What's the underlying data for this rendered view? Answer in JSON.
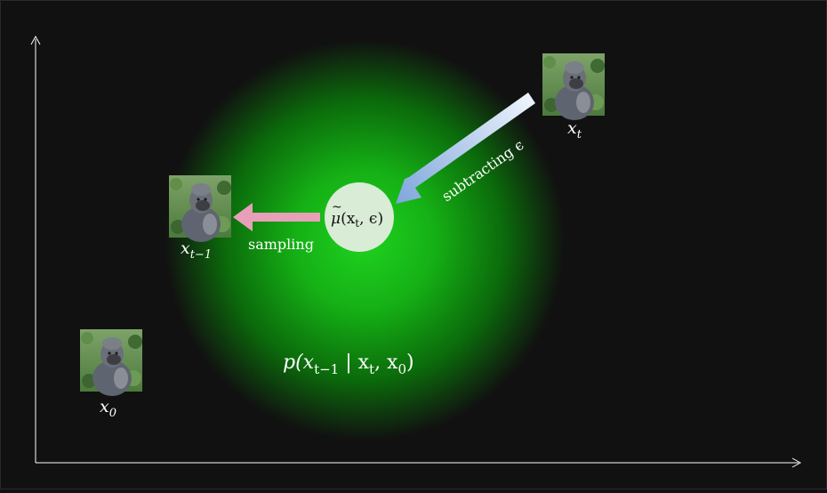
{
  "colors": {
    "background": "#111111",
    "glow_center": "#19c819",
    "circle_fill": "#d9ecd6",
    "sample_arrow": "#e8a0b8",
    "subtract_arrow_start": "#e9f0fb",
    "subtract_arrow_end": "#86acdf",
    "axis": "#ffffff"
  },
  "images": {
    "x0": {
      "label_var": "x",
      "label_sub": "0",
      "icon": "gorilla-photo"
    },
    "xt1": {
      "label_var": "x",
      "label_sub": "t−1",
      "icon": "gorilla-photo"
    },
    "xt": {
      "label_var": "x",
      "label_sub": "t",
      "icon": "gorilla-photo"
    }
  },
  "mean": {
    "tilde": "~",
    "mu": "μ",
    "args": "(x",
    "args_sub": "t",
    "args_rest": ", ϵ)"
  },
  "arrows": {
    "sampling_label": "sampling",
    "subtracting_label": "subtracting ϵ"
  },
  "posterior": {
    "p": "p(x",
    "sub1": "t−1",
    "mid": " | x",
    "sub2": "t",
    "mid2": ", x",
    "sub3": "0",
    "end": ")"
  }
}
